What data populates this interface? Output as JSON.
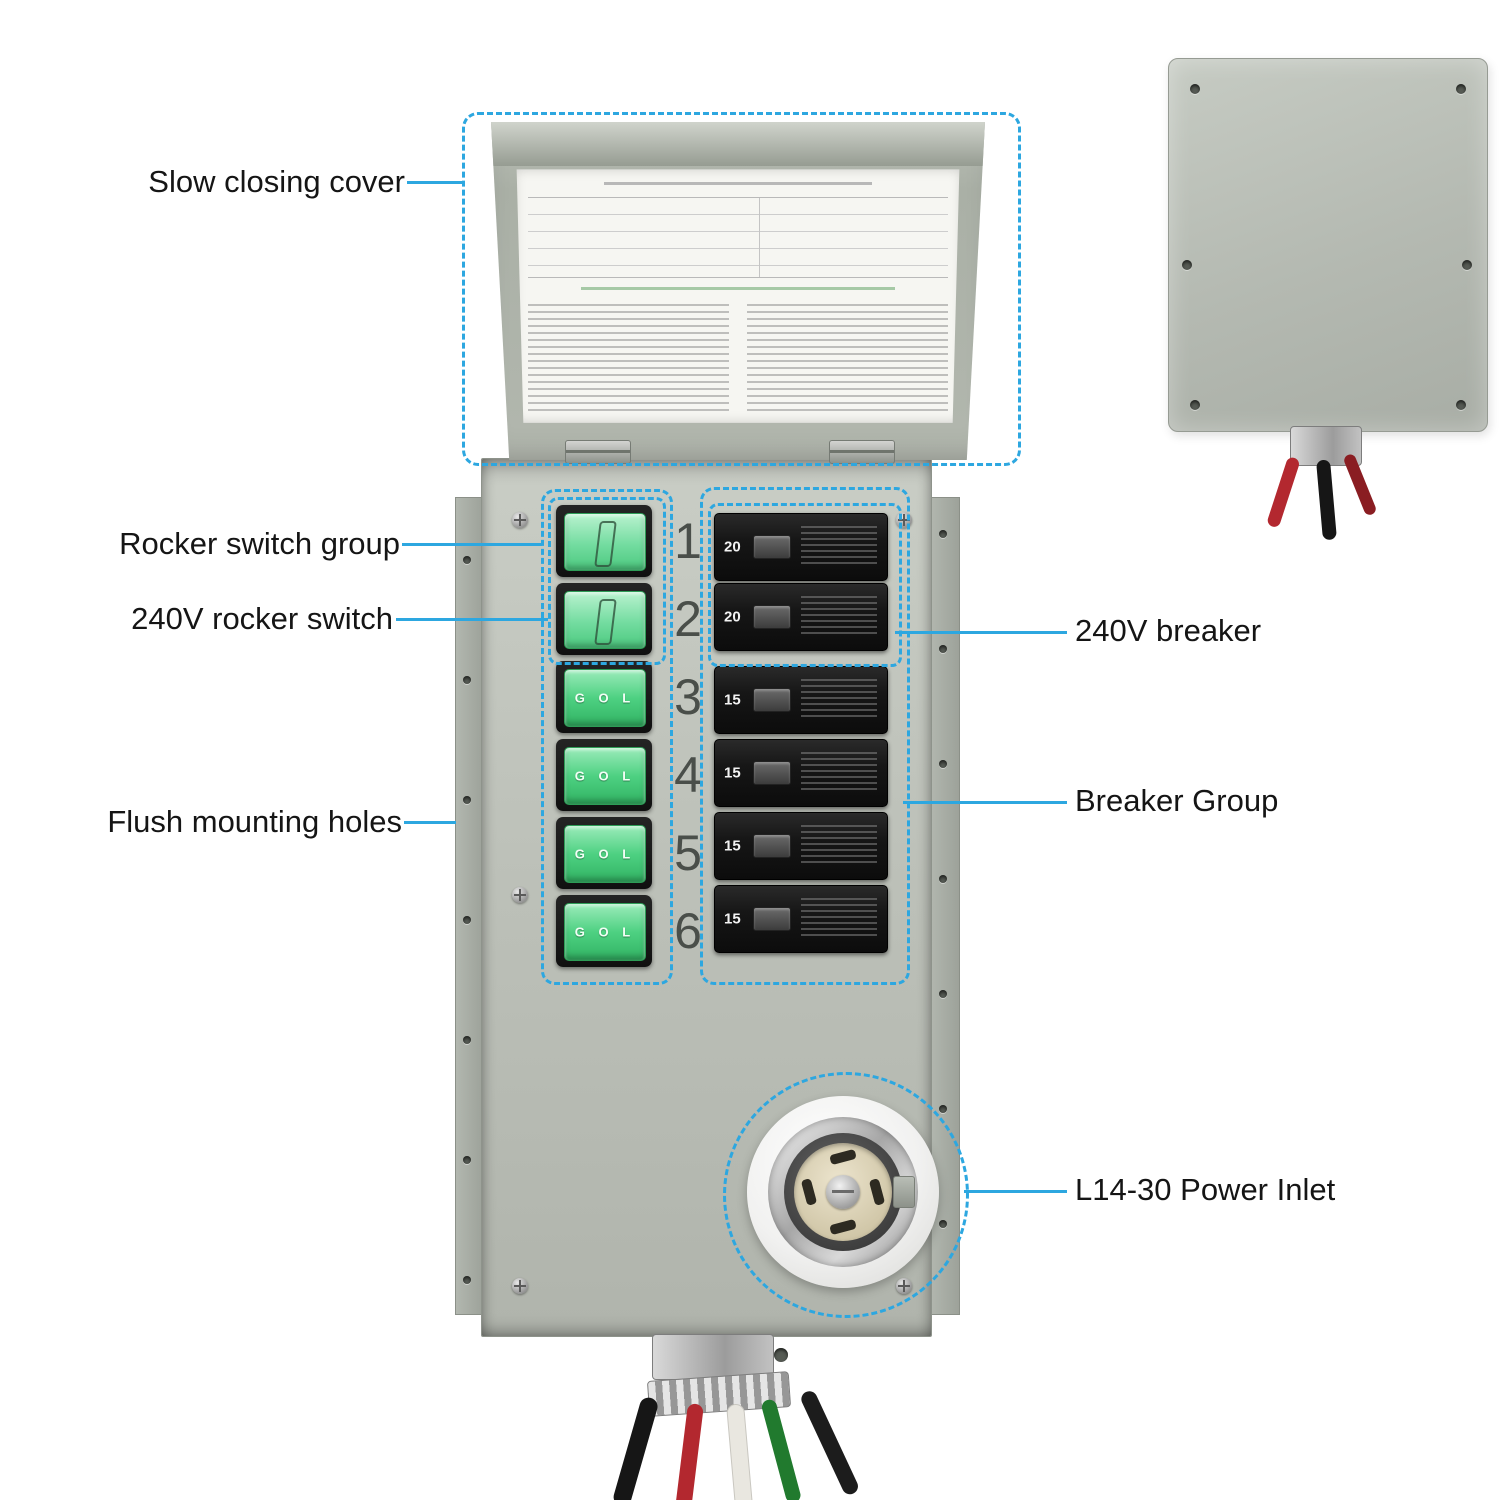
{
  "colors": {
    "callout": "#2da7e0",
    "rocker-green": "#4ed182",
    "breaker-black": "#161616",
    "wire-red": "#b3282f",
    "wire-green": "#217a2e"
  },
  "callouts": {
    "cover": "Slow closing cover",
    "rocker_group": "Rocker switch group",
    "rocker_240v": "240V rocker switch",
    "mounting": "Flush mounting holes",
    "breaker_240v": "240V breaker",
    "breaker_group": "Breaker Group",
    "inlet": "L14-30 Power Inlet"
  },
  "device": {
    "circuit_numbers": [
      "1",
      "2",
      "3",
      "4",
      "5",
      "6"
    ],
    "rocker_switch_labels": [
      "G O L",
      "G O L",
      "G O L",
      "G O L"
    ],
    "breaker_amp_ratings": [
      "20",
      "20",
      "15",
      "15",
      "15",
      "15"
    ]
  }
}
